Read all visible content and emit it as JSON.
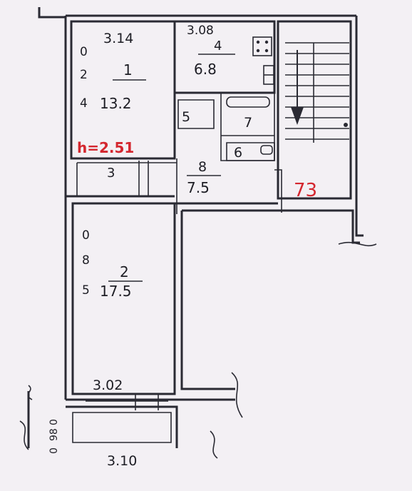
{
  "rooms": {
    "r1": {
      "number": "1",
      "area": "13.2",
      "width": "3.14",
      "depth_digits": [
        "0",
        "2",
        "4"
      ]
    },
    "r2": {
      "number": "2",
      "area": "17.5",
      "width": "3.02",
      "depth_digits": [
        "0",
        "8",
        "5"
      ]
    },
    "r3": {
      "number": "3"
    },
    "r4": {
      "number": "4",
      "area": "6.8",
      "width": "3.08"
    },
    "r5": {
      "number": "5"
    },
    "r6": {
      "number": "6"
    },
    "r7": {
      "number": "7"
    },
    "r8": {
      "number": "8",
      "area": "7.5"
    }
  },
  "annotations": {
    "ceiling_height": "h=2.51",
    "total_area": "73",
    "balcony_width": "3.10",
    "balcony_depth_digits": [
      "0",
      "98",
      "0"
    ]
  },
  "colors": {
    "ink": "#1d1d24",
    "red_ink": "#d4272f",
    "paper": "#f3f0f4"
  },
  "icons": [
    "stove-icon",
    "sink-icon",
    "bathtub-icon",
    "stair-arrow-icon"
  ]
}
